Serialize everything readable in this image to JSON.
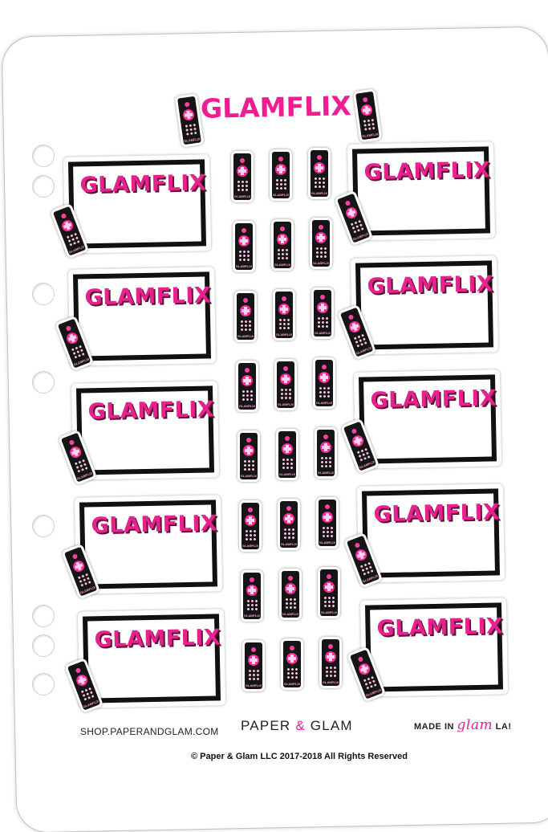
{
  "sheet": {
    "title": "GLAMFLIX",
    "frame_label": "GLAMFLIX",
    "remote_label": "GLAMFLIX",
    "frames": [
      {
        "name": "frame-left-1"
      },
      {
        "name": "frame-right-1"
      },
      {
        "name": "frame-left-2"
      },
      {
        "name": "frame-right-2"
      },
      {
        "name": "frame-left-3"
      },
      {
        "name": "frame-right-3"
      },
      {
        "name": "frame-left-4"
      },
      {
        "name": "frame-right-4"
      },
      {
        "name": "frame-left-5"
      },
      {
        "name": "frame-right-5"
      }
    ],
    "remote_count": 24,
    "colors": {
      "accent": "#f21c92",
      "remote_body": "#151515",
      "frame_border": "#111111"
    }
  },
  "footer": {
    "shop_url": "SHOP.PAPERANDGLAM.COM",
    "brand_left": "PAPER",
    "brand_amp": "&",
    "brand_right": "GLAM",
    "made_in": "MADE IN",
    "made_glam": "glam",
    "made_la": "LA!",
    "copyright": "© Paper & Glam LLC 2017-2018 All Rights Reserved"
  }
}
